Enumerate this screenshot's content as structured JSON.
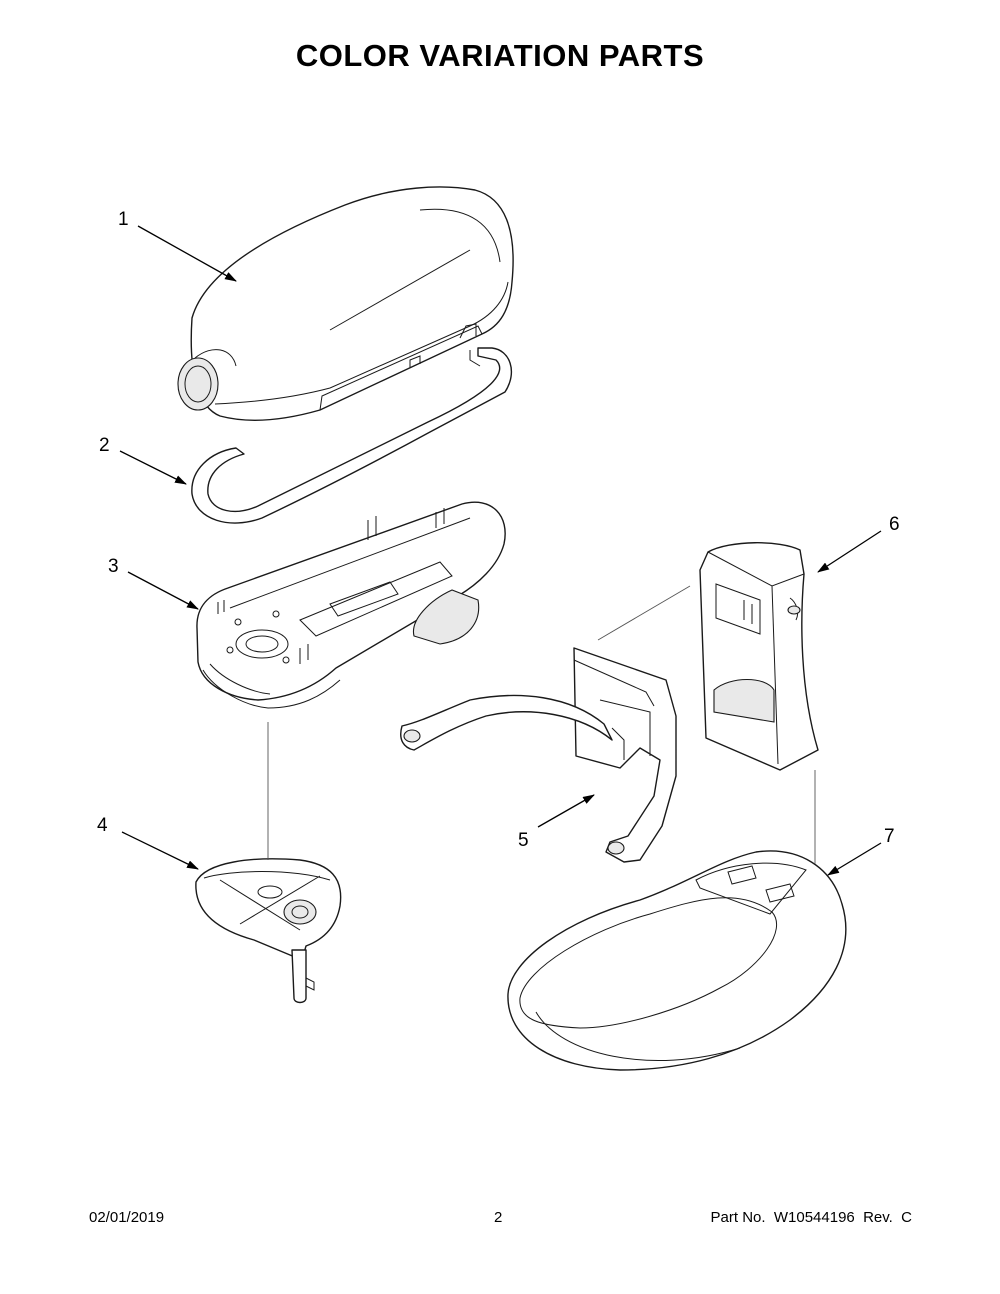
{
  "page": {
    "title": "COLOR VARIATION PARTS"
  },
  "callouts": [
    {
      "label": "1"
    },
    {
      "label": "2"
    },
    {
      "label": "3"
    },
    {
      "label": "4"
    },
    {
      "label": "5"
    },
    {
      "label": "6"
    },
    {
      "label": "7"
    }
  ],
  "footer": {
    "date": "02/01/2019",
    "page_number": "2",
    "part_info": "Part No.  W10544196  Rev.  C"
  }
}
